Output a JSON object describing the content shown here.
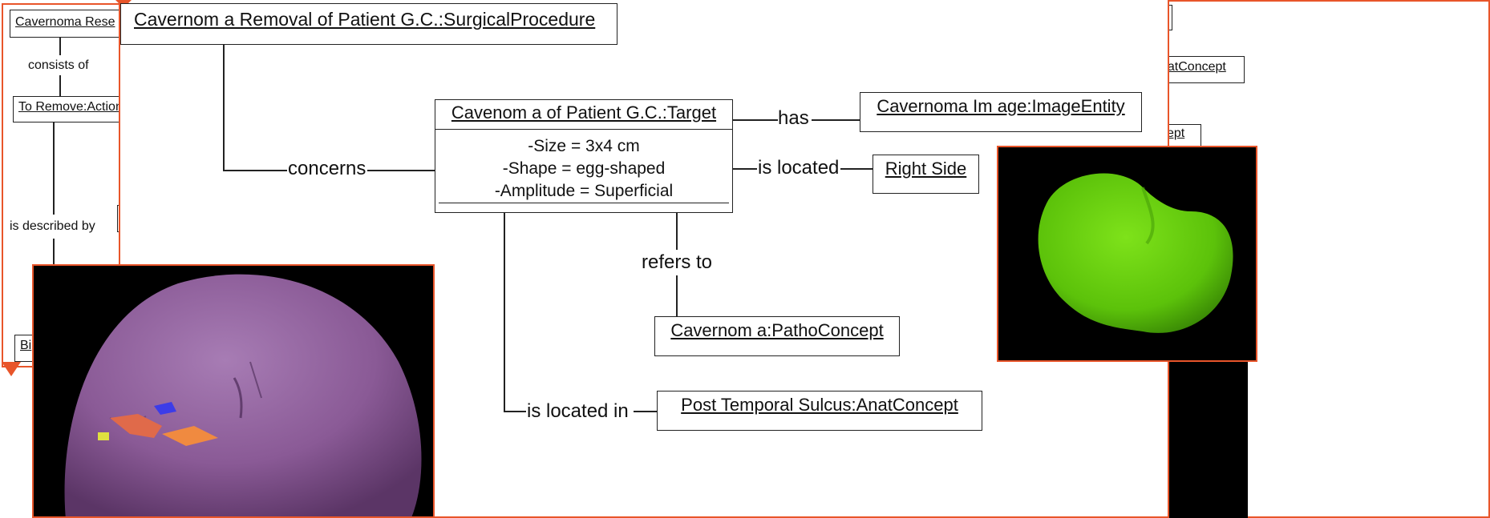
{
  "back_left": {
    "title_box": "Cavernoma Rese",
    "consists_of": "consists of",
    "action_box": "To Remove:Action",
    "described_by": "is described by",
    "bottom_box": "Bi"
  },
  "back_right": {
    "box_anat": "natConcept",
    "box_cept": "cept"
  },
  "diagram": {
    "procedure": "Cavernom a Removal of Patient G.C.:SurgicalProcedure",
    "target": {
      "title": "Cavenom a of Patient G.C.:Target",
      "attrs": [
        "-Size = 3x4 cm",
        "-Shape = egg-shaped",
        "-Amplitude = Superficial"
      ]
    },
    "image_entity": "Cavernoma Im age:ImageEntity",
    "right_side": "Right Side",
    "patho": "Cavernom a:PathoConcept",
    "anat": "Post Temporal Sulcus:AnatConcept",
    "rel_has": "has",
    "rel_concerns": "concerns",
    "rel_located": "is located",
    "rel_refers": "refers to",
    "rel_located_in": "is located in"
  },
  "images": {
    "brain_render": "brain-3d-render",
    "lesion_render": "green-lesion-3d-render"
  },
  "colors": {
    "accent": "#e8552a",
    "brain": "#8a5a96",
    "lesion": "#5cc20a"
  }
}
